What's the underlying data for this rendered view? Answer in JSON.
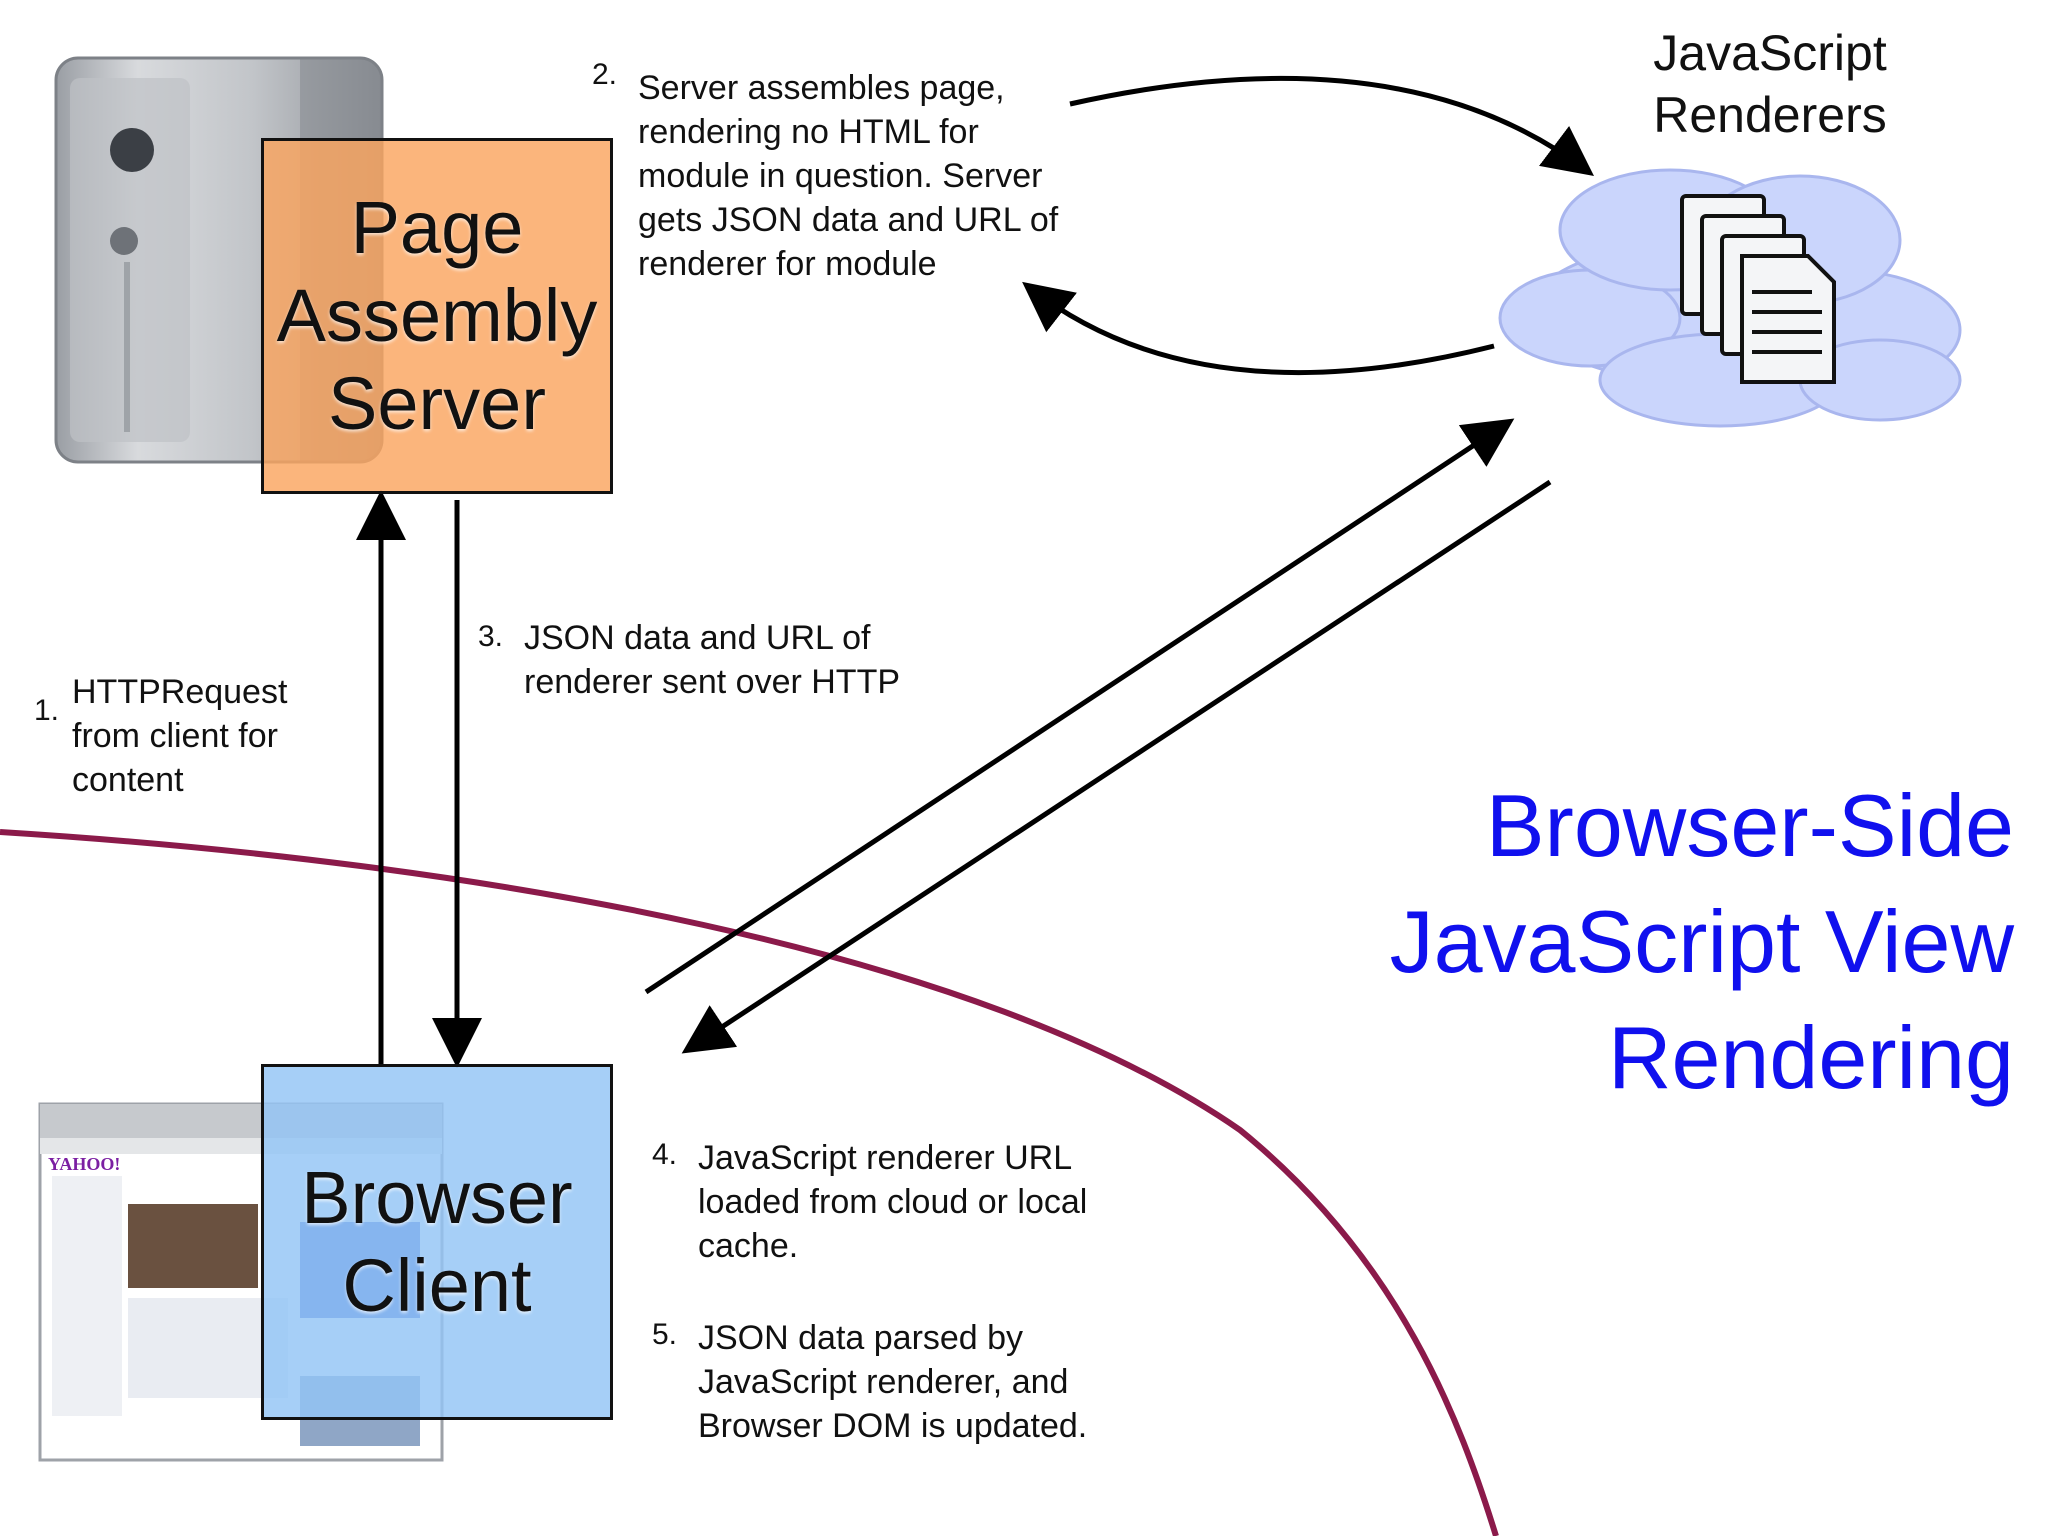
{
  "title": "Browser-Side\nJavaScript View\nRendering",
  "nodes": {
    "page_assembly_server": "Page\nAssembly\nServer",
    "browser_client": "Browser\nClient",
    "javascript_renderers": "JavaScript\nRenderers"
  },
  "steps": [
    {
      "number": "1.",
      "text": "HTTPRequest\nfrom client for\ncontent"
    },
    {
      "number": "2.",
      "text": "Server assembles page,\nrendering no HTML for\nmodule in question. Server\ngets JSON data and URL of\nrenderer for module"
    },
    {
      "number": "3.",
      "text": "JSON data and URL of\nrenderer sent over HTTP"
    },
    {
      "number": "4.",
      "text": "JavaScript renderer URL\nloaded from cloud or local\ncache."
    },
    {
      "number": "5.",
      "text": "JSON data parsed by\nJavaScript renderer, and\nBrowser DOM is updated."
    }
  ],
  "browser_logo": "YAHOO!",
  "colors": {
    "server_box": "#FAA55F",
    "client_box": "#92C4F5",
    "title": "#1010EE",
    "boundary_curve": "#8B1A4A",
    "cloud": "#C9D4FB"
  },
  "icons": [
    "server-tower-icon",
    "browser-screenshot-icon",
    "cloud-icon",
    "document-stack-icon"
  ]
}
